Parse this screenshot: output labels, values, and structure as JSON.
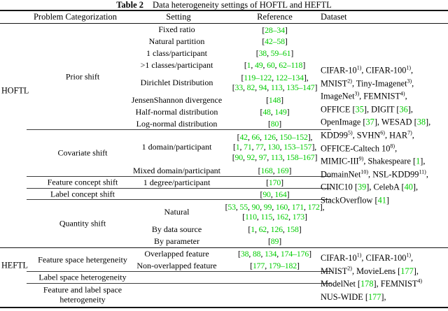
{
  "title": {
    "label": "Table 2",
    "text": "Data heterogeneity settings of HOFTL and HEFTL"
  },
  "columns": {
    "problem": "Problem Categorization",
    "setting": "Setting",
    "reference": "Reference",
    "dataset": "Dataset"
  },
  "colors": {
    "citation": "#00CC00",
    "text": "#000000",
    "rule": "#151515"
  },
  "groups": [
    {
      "name": "HOFTL",
      "dataset_lines": [
        "CIFAR-10^1), CIFAR-100^1),",
        "MNIST^2), Tiny-Imagenet^3),",
        "ImageNet^3), FEMNIST^4),",
        "OFFICE [35], DIGIT [36],",
        "OpenImage [37], WESAD [38],",
        "KDD99^5), SVHN^6), HAR^7),",
        "OFFICE-Caltech 10^8),",
        "MIMIC-III^9), Shakespeare [1],",
        "DomainNet^10), NSL-KDD99^11),",
        "CINIC10 [39], CelebA [40],",
        "StackOverflow [41]"
      ],
      "sections": [
        {
          "category": "Prior shift",
          "cline": true,
          "rows": [
            {
              "setting": "Fixed ratio",
              "refs": [
                "[28–34]"
              ]
            },
            {
              "setting": "Natural partition",
              "refs": [
                "[42–58]"
              ]
            },
            {
              "setting": "1 class/participant",
              "refs": [
                "[38, 59–61]"
              ]
            },
            {
              "setting": ">1 classes/participant",
              "refs": [
                "[1, 49, 60, 62–118]"
              ]
            },
            {
              "setting": "Dirichlet Distribution",
              "refs": [
                "[119–122, 122–134],",
                "[33, 82, 94, 113, 135–147]"
              ]
            },
            {
              "setting": "JensenShannon divergence",
              "refs": [
                "[148]"
              ]
            },
            {
              "setting": "Half-normal distribution",
              "refs": [
                "[48, 149]"
              ]
            },
            {
              "setting": "Log-normal distribution",
              "refs": [
                "[80]"
              ]
            }
          ]
        },
        {
          "category": "Covariate shift",
          "cline": true,
          "rows": [
            {
              "setting": "1 domain/participant",
              "refs": [
                "[42, 66, 126, 150–152],",
                "[1, 71, 77, 130, 153–157],",
                "[90, 92, 97, 113, 158–167]"
              ]
            },
            {
              "setting": "Mixed domain/participant",
              "refs": [
                "[168, 169]"
              ]
            }
          ]
        },
        {
          "category": "Feature concept shift",
          "cline": true,
          "rows": [
            {
              "setting": "1 degree/participant",
              "refs": [
                "[170]"
              ]
            }
          ]
        },
        {
          "category": "Label concept shift",
          "cline": true,
          "rows": [
            {
              "setting": "",
              "refs": [
                "[90, 164]"
              ]
            }
          ]
        },
        {
          "category": "Quantity shift",
          "cline": false,
          "rows": [
            {
              "setting": "Natural",
              "refs": [
                "[53, 55, 90, 99, 160, 171, 172],",
                "[110, 115, 162, 173]"
              ]
            },
            {
              "setting": "By data source",
              "refs": [
                "[1, 62, 126, 158]"
              ]
            },
            {
              "setting": "By parameter",
              "refs": [
                "[89]"
              ]
            }
          ]
        }
      ]
    },
    {
      "name": "HEFTL",
      "dataset_lines": [
        "CIFAR-10^1), CIFAR-100^1),",
        "MNIST^2), MovieLens [177],",
        "ModelNet [178], FEMNIST^4)",
        "NUS-WIDE [177],"
      ],
      "sections": [
        {
          "category": "Feature space hetergeneity",
          "cline": true,
          "rows": [
            {
              "setting": "Overlapped feature",
              "refs": [
                "[38, 88, 134, 174–176]"
              ]
            },
            {
              "setting": "Non-overlapped feature",
              "refs": [
                "[177, 179–182]"
              ]
            }
          ]
        },
        {
          "category": "Label space heterogeneity",
          "cline": true,
          "rows": [
            {
              "setting": "",
              "refs": []
            }
          ]
        },
        {
          "category": "Feature and label space heterogeneity",
          "cline": false,
          "rows": [
            {
              "setting": "",
              "refs": [],
              "lines": 2
            }
          ]
        }
      ]
    }
  ]
}
